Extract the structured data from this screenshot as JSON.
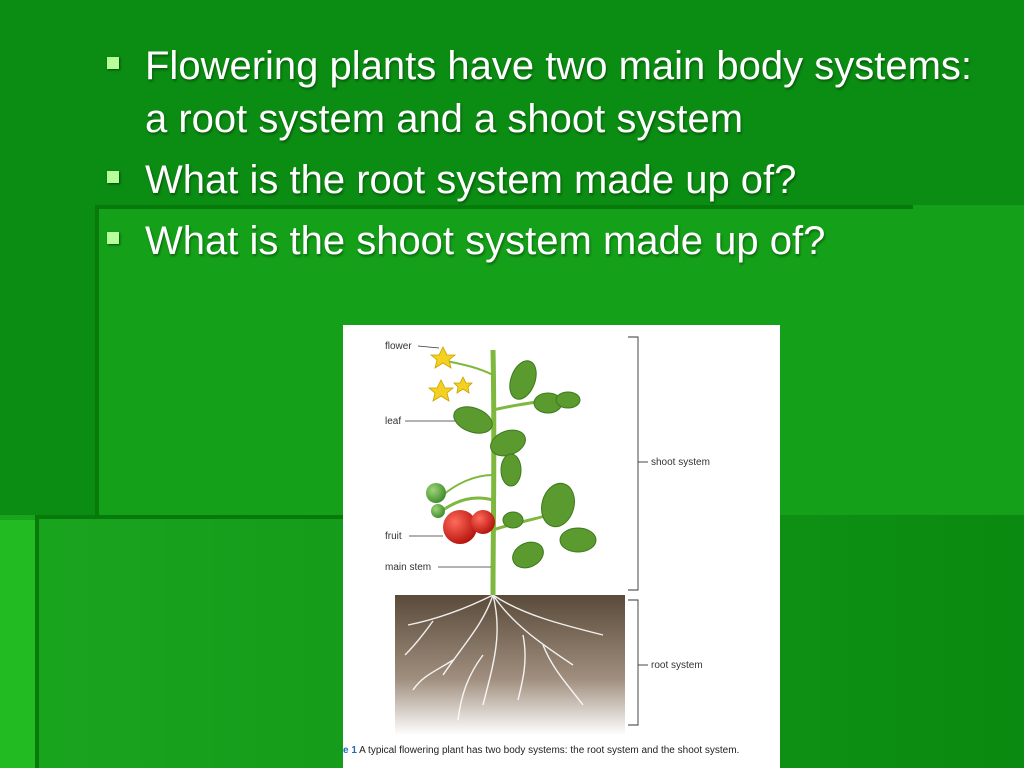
{
  "slide": {
    "bullets": [
      "Flowering plants have two main body systems:  a root system and a shoot system",
      "What is the root system made up of?",
      "What is the shoot system made up of?"
    ]
  },
  "figure": {
    "labels": {
      "flower": "flower",
      "leaf": "leaf",
      "fruit": "fruit",
      "main_stem": "main stem",
      "shoot_system": "shoot system",
      "root_system": "root system"
    },
    "caption_prefix": "e 1",
    "caption_text": "A typical flowering plant has two body systems: the root system and the shoot system."
  },
  "colors": {
    "background": "#0b8c12",
    "text": "#ffffff",
    "bullet": "#b6ff9a"
  }
}
